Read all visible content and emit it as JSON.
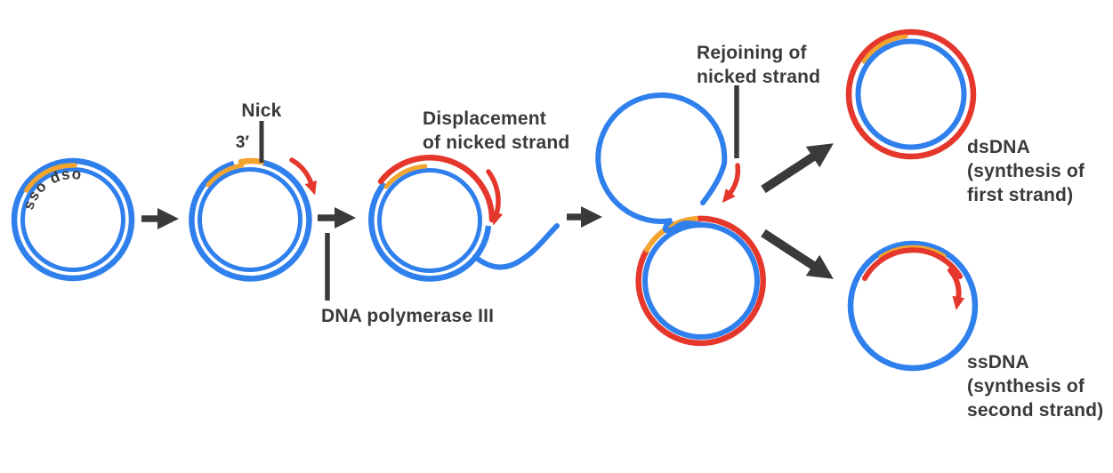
{
  "diagram": {
    "subject": "rolling-circle-plasmid-replication",
    "colors": {
      "template_strand_blue": "#2f80ed",
      "new_strand_red": "#e5372c",
      "origin_region_orange": "#f1a42e",
      "ink_dark": "#3a3a3a",
      "background": "#ffffff"
    },
    "stages": {
      "initial_plasmid": {
        "curved_label": "sso dso"
      },
      "nicked_plasmid": {
        "nick_label": "Nick",
        "three_prime_label": "3′"
      },
      "displacement": {
        "caption": [
          "Displacement",
          "of nicked strand"
        ],
        "enzyme_label": "DNA polymerase III"
      },
      "rejoining": {
        "caption": [
          "Rejoining of",
          "nicked strand"
        ]
      },
      "dsdna_product": {
        "label": [
          "dsDNA",
          "(synthesis of",
          "first strand)"
        ]
      },
      "ssdna_product": {
        "label": [
          "ssDNA",
          "(synthesis of",
          "second strand)"
        ]
      }
    }
  }
}
